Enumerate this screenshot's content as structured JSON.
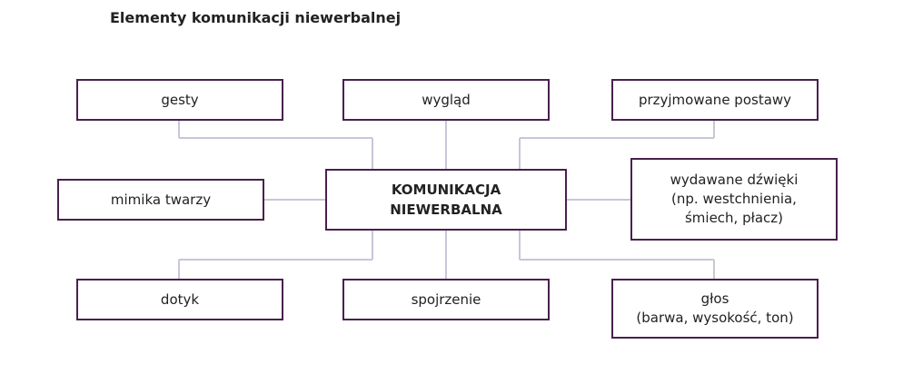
{
  "title": "Elementy komunikacji niewerbalnej",
  "center": "KOMUNIKACJA\nNIEWERBALNA",
  "nodes": {
    "gesty": "gesty",
    "wyglad": "wygląd",
    "postawy": "przyjmowane postawy",
    "mimika": "mimika twarzy",
    "dzwieki": "wydawane dźwięki\n(np. westchnienia,\nśmiech, płacz)",
    "dotyk": "dotyk",
    "spojrzenie": "spojrzenie",
    "glos": "głos\n(barwa, wysokość, ton)"
  },
  "colors": {
    "border": "#4a1f4f",
    "connector": "#c8c6d8"
  }
}
